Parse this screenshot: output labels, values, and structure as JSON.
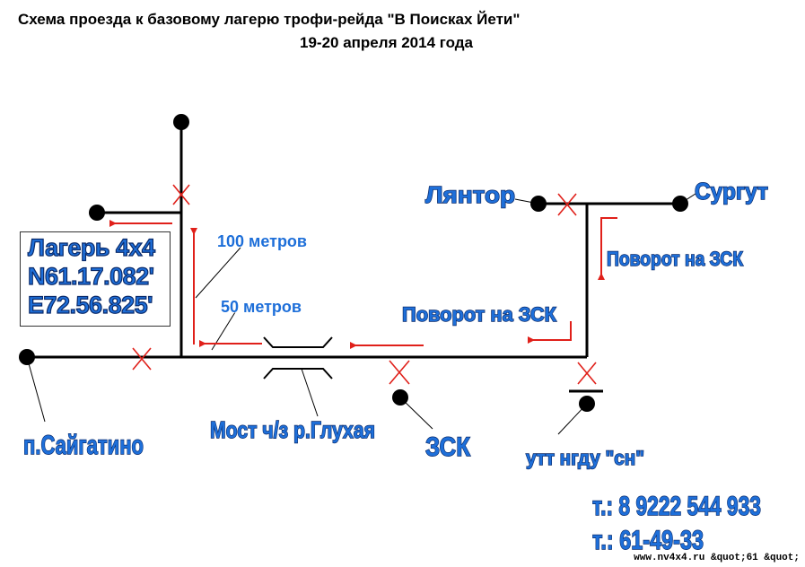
{
  "title": "Схема проезда к базовому лагерю трофи-рейда \"В Поисках Йети\"",
  "subtitle": "19-20 апреля 2014 года",
  "camp": {
    "line1": "Лагерь 4х4",
    "line2": "N61.17.082'",
    "line3": "E72.56.825'"
  },
  "labels": {
    "distance_100": "100 метров",
    "distance_50": "50 метров",
    "lyantor": "Лянтор",
    "surgut": "Сургут",
    "turn_zsk_1": "Поворот на ЗСК",
    "turn_zsk_2": "Поворот на ЗСК",
    "saygatino": "п.Сайгатино",
    "bridge": "Мост ч/з р.Глухая",
    "zsk": "ЗСК",
    "utt": "утт нгду \"сн\""
  },
  "contacts": {
    "phone1": "т.: 8 9222 544 933",
    "phone2": "т.: 61-49-33"
  },
  "watermark": "www.nv4x4.ru &quot;61 &quot;",
  "colors": {
    "road": "#000000",
    "arrow": "#e0201a",
    "label": "#1e6fd9",
    "label_outline": "#0a2a6a"
  }
}
